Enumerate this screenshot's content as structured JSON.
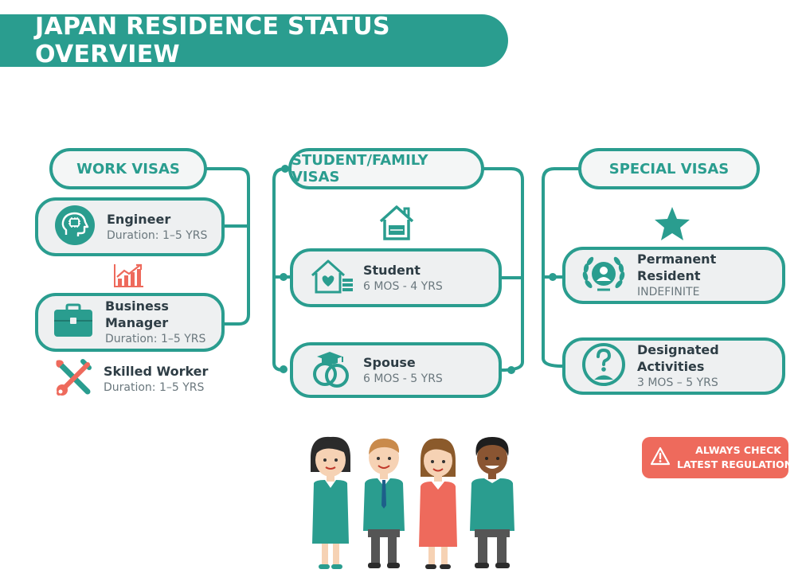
{
  "title": "JAPAN RESIDENCE STATUS OVERVIEW",
  "colors": {
    "teal": "#2a9d8f",
    "coral": "#ee6a5c",
    "card_bg": "#eef0f1",
    "text_dark": "#2e3d45",
    "text_muted": "#6a777d"
  },
  "columns": {
    "work": {
      "header": "WORK VISAS",
      "items": [
        {
          "name": "Engineer",
          "duration": "Duration: 1–5 YRS",
          "icon": "head-circuit-icon"
        },
        {
          "name": "Business Manager",
          "duration": "Duration: 1–5 YRS",
          "icon": "briefcase-icon"
        },
        {
          "name": "Skilled Worker",
          "duration": "Duration: 1–5 YRS",
          "icon": "wrench-screwdriver-icon"
        }
      ],
      "decoration_icon": "growth-chart-icon"
    },
    "student_family": {
      "header": "STUDENT/FAMILY VISAS",
      "items": [
        {
          "name": "Student",
          "duration": "6 MOS - 4 YRS",
          "icon": "house-heart-icon"
        },
        {
          "name": "Spouse",
          "duration": "6 MOS - 5 YRS",
          "icon": "rings-icon"
        }
      ],
      "decoration_icon": "house-icon"
    },
    "special": {
      "header": "SPECIAL VISAS",
      "items": [
        {
          "name": "Permanent Resident",
          "duration": "INDEFINITE",
          "icon": "laurel-person-icon"
        },
        {
          "name": "Designated Activities",
          "duration": "3 MOS – 5 YRS",
          "icon": "question-person-icon"
        }
      ],
      "decoration_icon": "star-icon"
    }
  },
  "alert": {
    "line1": "ALWAYS CHECK",
    "line2": "LATEST REGULATIONS",
    "icon": "warning-icon"
  },
  "people_illustration": "four-people-icon"
}
